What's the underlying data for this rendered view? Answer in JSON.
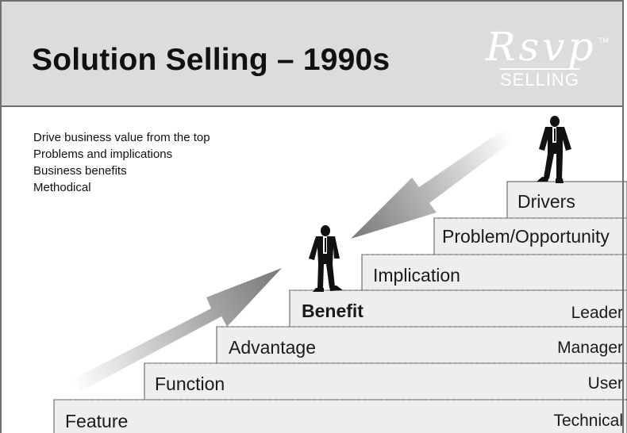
{
  "header": {
    "title": "Solution Selling – 1990s",
    "logo": {
      "script": "Rsvp",
      "sub": "SELLING",
      "tm": "TM"
    }
  },
  "bullets": [
    "Drive business value from the top",
    "Problems and implications",
    "Business benefits",
    "Methodical"
  ],
  "steps": {
    "feature": "Feature",
    "function": "Function",
    "advantage": "Advantage",
    "benefit": "Benefit",
    "implication": "Implication",
    "problem": "Problem/Opportunity",
    "drivers": "Drivers"
  },
  "roles": {
    "technical": "Technical",
    "user": "User",
    "manager": "Manager",
    "leader": "Leader"
  },
  "colors": {
    "header_bg": "#dcdcdc",
    "step_fill": "#eeeeee",
    "arrow": "#8a8a8a",
    "figure": "#111111"
  },
  "icons": {
    "figures": "businessman-silhouette",
    "arrows": "gradient-arrow"
  }
}
